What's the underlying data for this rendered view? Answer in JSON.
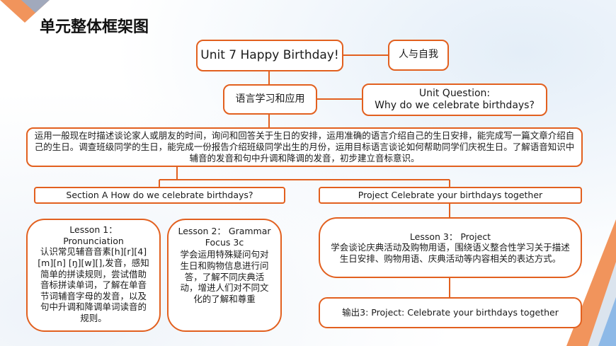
{
  "title": "单元整体框架图",
  "colors": {
    "accent": "#e2601f",
    "deco_orange": "#f0884a",
    "deco_blue": "#7fb2e5"
  },
  "nodes": {
    "unit": "Unit 7 Happy Birthday!",
    "theme": "人与自我",
    "category": "语言学习和应用",
    "question_label": "Unit Question:",
    "question_text": "Why do we celebrate birthdays?",
    "goal": "运用一般现在时描述谈论家人或朋友的时间，询问和回答关于生日的安排，运用准确的语言介绍自己的生日安排，能完成写一篇文章介绍自己的生日。调查班级同学的生日，能完成一份报告介绍班级同学出生的月份，运用目标语言谈论如何帮助同学们庆祝生日。了解语音知识中辅音的发音和句中升调和降调的发音，初步建立音标意识。",
    "section_a": "Section A How do we celebrate birthdays?",
    "project": "Project Celebrate your birthdays together",
    "lesson1_title": "Lesson 1：",
    "lesson1_sub": "Pronunciation",
    "lesson1_body": "认识常见辅音音素[h][r][4][m][n] [ŋ][w][],发音，感知简单的拼读规则，尝试借助音标拼读单词，了解在单音节词辅音字母的发音，以及句中升调和降调单词读音的规则。",
    "lesson2_title": "Lesson 2： Grammar Focus 3c",
    "lesson2_body": "学会运用特殊疑问句对生日和购物信息进行问答，了解不同庆典活动，增进人们对不同文化的了解和尊重",
    "lesson3_title": "Lesson 3： Project",
    "lesson3_body": "学会谈论庆典活动及购物用语，围绕语义整合性学习关于描述生日安排、购物用语、庆典活动等内容相关的表达方式。",
    "output3": "输出3: Project: Celebrate your birthdays together"
  }
}
